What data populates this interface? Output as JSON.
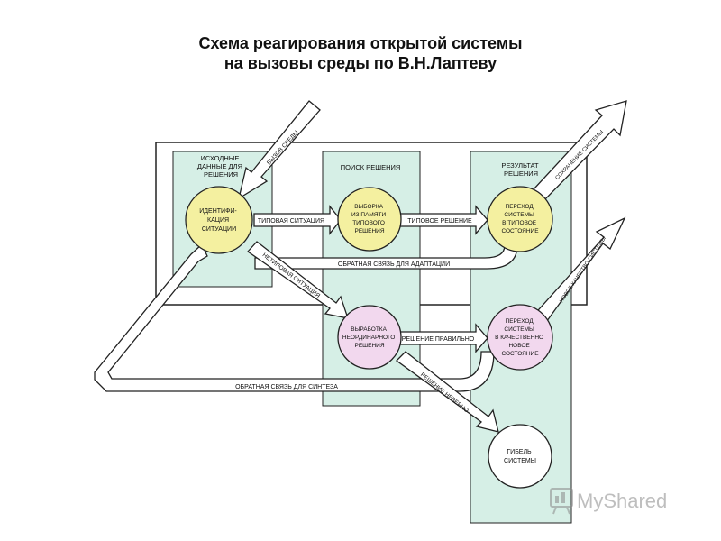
{
  "title": {
    "line1": "Схема реагирования открытой системы",
    "line2": "на вызовы среды по В.Н.Лаптеву"
  },
  "columns": {
    "initial": [
      "ИСХОДНЫЕ",
      "ДАННЫЕ ДЛЯ",
      "РЕШЕНИЯ"
    ],
    "search": [
      "ПОИСК РЕШЕНИЯ"
    ],
    "result": [
      "РЕЗУЛЬТАТ",
      "РЕШЕНИЯ"
    ]
  },
  "nodes": {
    "identification": [
      "ИДЕНТИФИ-",
      "КАЦИЯ",
      "СИТУАЦИИ"
    ],
    "memory_select": [
      "ВЫБОРКА",
      "ИЗ ПАМЯТИ",
      "ТИПОВОГО",
      "РЕШЕНИЯ"
    ],
    "typical_state": [
      "ПЕРЕХОД",
      "СИСТЕМЫ",
      "В ТИПОВОЕ",
      "СОСТОЯНИЕ"
    ],
    "nonstandard": [
      "ВЫРАБОТКА",
      "НЕОРДИНАРНОГО",
      "РЕШЕНИЯ"
    ],
    "new_state": [
      "ПЕРЕХОД",
      "СИСТЕМЫ",
      "В КАЧЕСТВЕННО",
      "НОВОЕ",
      "СОСТОЯНИЕ"
    ],
    "death": [
      "ГИБЕЛЬ",
      "СИСТЕМЫ"
    ]
  },
  "arrows": {
    "challenge": "ВЫЗОВ СРЕДЫ",
    "typical_situation": "ТИПОВАЯ СИТУАЦИЯ",
    "typical_solution": "ТИПОВОЕ РЕШЕНИЕ",
    "feedback_adaptation": "ОБРАТНАЯ СВЯЗЬ ДЛЯ АДАПТАЦИИ",
    "nontypical_situation": "НЕТИПОВАЯ СИТУАЦИЯ",
    "correct_solution": "РЕШЕНИЕ ПРАВИЛЬНО",
    "feedback_synthesis": "ОБРАТНАЯ СВЯЗЬ ДЛЯ СИНТЕЗА",
    "wrong_solution": "РЕШЕНИЕ НЕВЕРНО",
    "preserve": "СОХРАНЕНИЕ СИСТЕМЫ",
    "new_quality": "НОВОЕ КАЧЕСТВО СИСТЕМЫ"
  },
  "watermark": "MyShared",
  "colors": {
    "panel": "#d6efe6",
    "yellow": "#f4f0a0",
    "pink": "#f2d8ee",
    "white": "#ffffff",
    "stroke": "#222222"
  }
}
